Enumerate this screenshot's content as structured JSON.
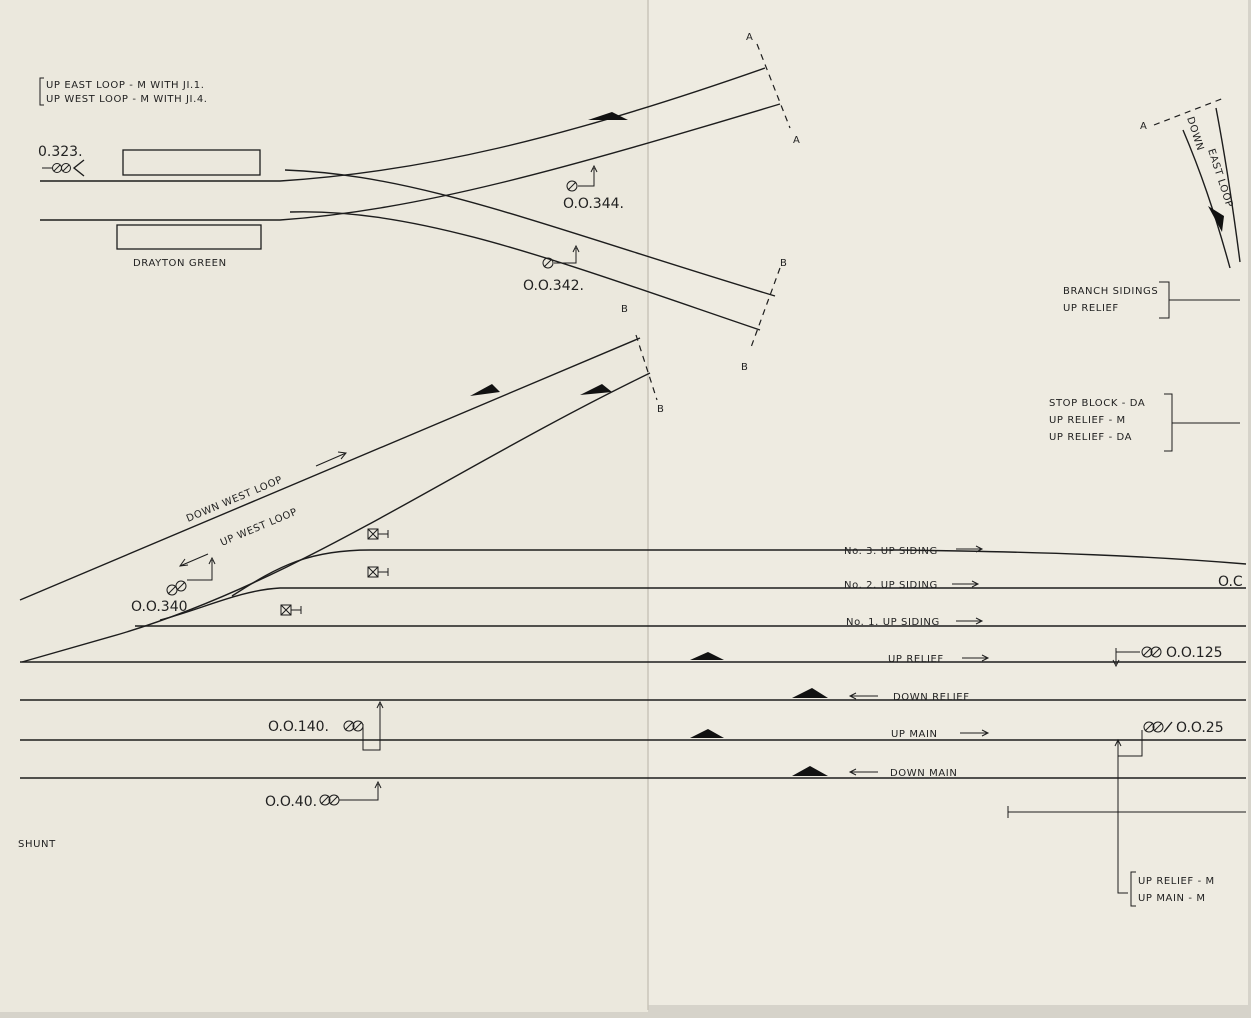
{
  "labels": {
    "legend_top_1": "UP EAST LOOP - M WITH JI.1.",
    "legend_top_2": "UP WEST LOOP - M WITH JI.4.",
    "sig_0323": "0.323.",
    "drayton_green": "DRAYTON GREEN",
    "sig_344": "O.O.344.",
    "sig_342": "O.O.342.",
    "sig_340": "O.O.340.",
    "down_west_loop": "DOWN WEST LOOP",
    "up_west_loop": "UP WEST LOOP",
    "no3_up_siding": "No. 3. UP SIDING",
    "no2_up_siding": "No. 2. UP SIDING",
    "no1_up_siding": "No. 1. UP SIDING",
    "up_relief": "UP RELIEF",
    "down_relief": "DOWN RELIEF",
    "up_main": "UP MAIN",
    "down_main": "DOWN MAIN",
    "sig_0140": "O.O.140.",
    "sig_040": "O.O.40.",
    "shunt": "SHUNT",
    "sig_0125": "O.O.125",
    "sig_025": "O.O.25",
    "oc": "O.C",
    "branch_sidings": "BRANCH SIDINGS",
    "up_relief_right": "UP RELIEF",
    "stop_block": "STOP BLOCK - DA",
    "up_relief_m": "UP RELIEF - M",
    "up_relief_da": "UP RELIEF - DA",
    "bottom_up_relief": "UP RELIEF - M",
    "bottom_up_main": "UP MAIN - M",
    "down_east_loop_1": "DOWN",
    "down_east_loop_2": "EAST LOOP",
    "marker_a": "A",
    "marker_b": "B"
  },
  "colors": {
    "paper": "#ebe8dd",
    "paper_right": "#eeebe1",
    "ink": "#1d1d1d",
    "background": "#d9d6cd"
  }
}
